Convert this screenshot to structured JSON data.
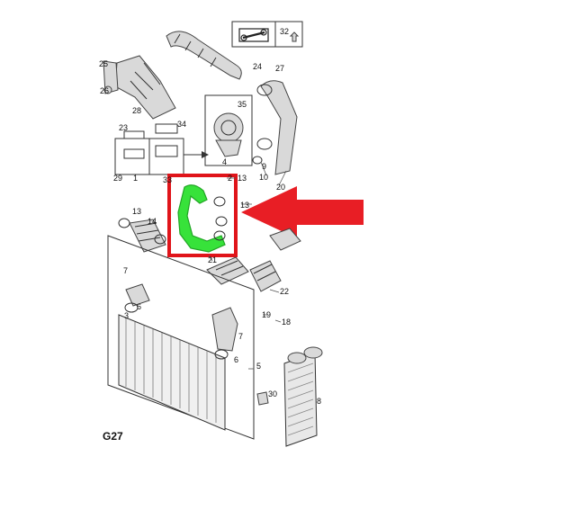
{
  "diagram": {
    "page_code": "G27",
    "header_icon": "wrench-toolbox-icon",
    "header_label": "32",
    "callouts": [
      "1",
      "2",
      "3",
      "4",
      "5",
      "6",
      "7",
      "8",
      "9",
      "10",
      "13",
      "14",
      "18",
      "19",
      "20",
      "21",
      "22",
      "23",
      "24",
      "25",
      "26",
      "27",
      "28",
      "29",
      "30",
      "33",
      "34",
      "35"
    ],
    "colors": {
      "highlight_box": "#e0141a",
      "highlight_part": "#37e23a",
      "arrow": "#e81e25",
      "line": "#333333"
    }
  }
}
